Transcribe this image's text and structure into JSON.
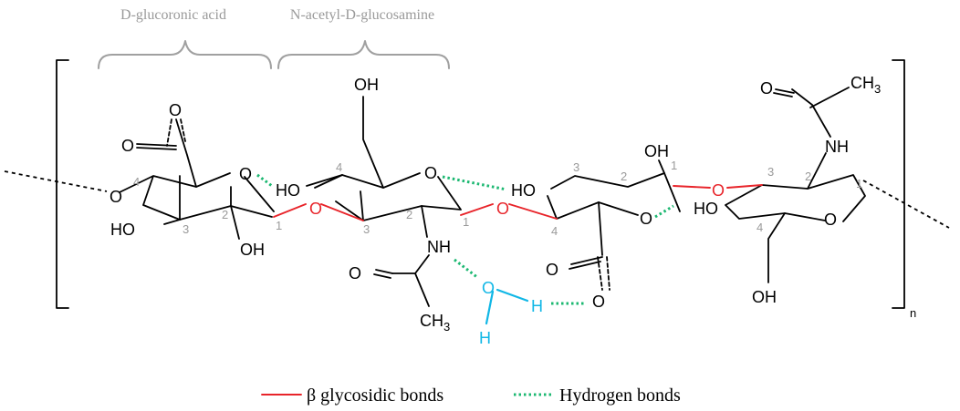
{
  "units": {
    "glucuronic": "D-glucoronic acid",
    "glucosamine": "N-acetyl-D-glucosamine"
  },
  "atoms": {
    "oh": "OH",
    "ho": "HO",
    "o": "O",
    "nh": "NH",
    "ch3": "CH",
    "ch3_sub": "3",
    "h": "H"
  },
  "repeat_subscript": "n",
  "ring_numbers": [
    "1",
    "2",
    "3",
    "4"
  ],
  "legend": {
    "glycosidic": "β glycosidic bonds",
    "hydrogen": "Hydrogen bonds"
  },
  "colors": {
    "glycosidic": "#e8242a",
    "hydrogen": "#1db872",
    "water": "#11b7e6",
    "annotation": "#9a9a9a"
  }
}
